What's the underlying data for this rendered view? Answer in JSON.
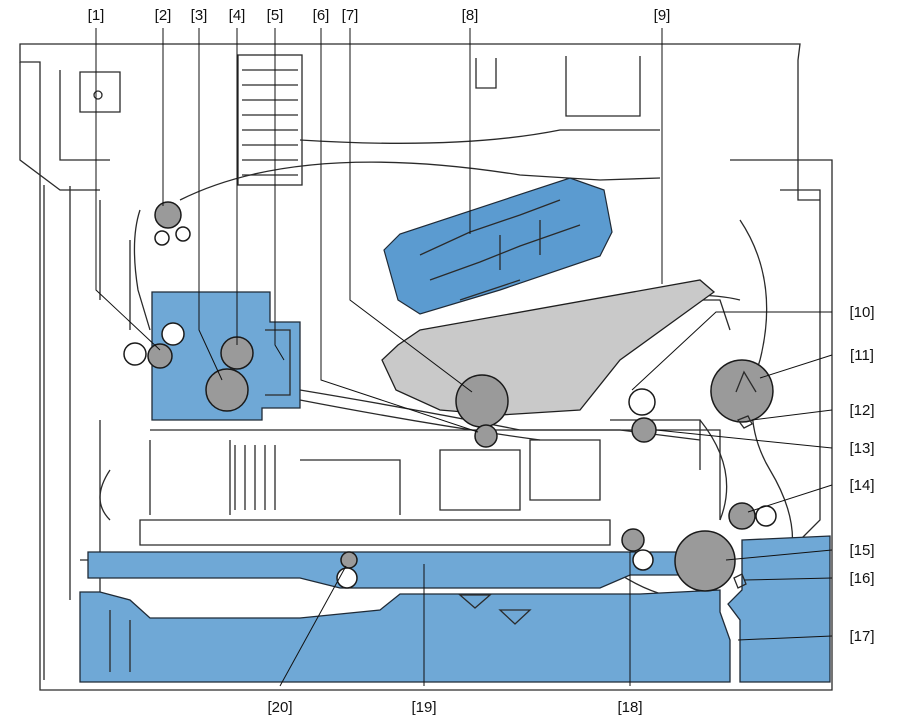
{
  "callouts": [
    {
      "id": "1",
      "text": "[1]"
    },
    {
      "id": "2",
      "text": "[2]"
    },
    {
      "id": "3",
      "text": "[3]"
    },
    {
      "id": "4",
      "text": "[4]"
    },
    {
      "id": "5",
      "text": "[5]"
    },
    {
      "id": "6",
      "text": "[6]"
    },
    {
      "id": "7",
      "text": "[7]"
    },
    {
      "id": "8",
      "text": "[8]"
    },
    {
      "id": "9",
      "text": "[9]"
    },
    {
      "id": "10",
      "text": "[10]"
    },
    {
      "id": "11",
      "text": "[11]"
    },
    {
      "id": "12",
      "text": "[12]"
    },
    {
      "id": "13",
      "text": "[13]"
    },
    {
      "id": "14",
      "text": "[14]"
    },
    {
      "id": "15",
      "text": "[15]"
    },
    {
      "id": "16",
      "text": "[16]"
    },
    {
      "id": "17",
      "text": "[17]"
    },
    {
      "id": "18",
      "text": "[18]"
    },
    {
      "id": "19",
      "text": "[19]"
    },
    {
      "id": "20",
      "text": "[20]"
    }
  ],
  "colors": {
    "highlight_blue": "#6fa8d6",
    "component_gray": "#c9c9c9",
    "roller_gray": "#9a9a9a",
    "outline": "#1f1f1f"
  }
}
